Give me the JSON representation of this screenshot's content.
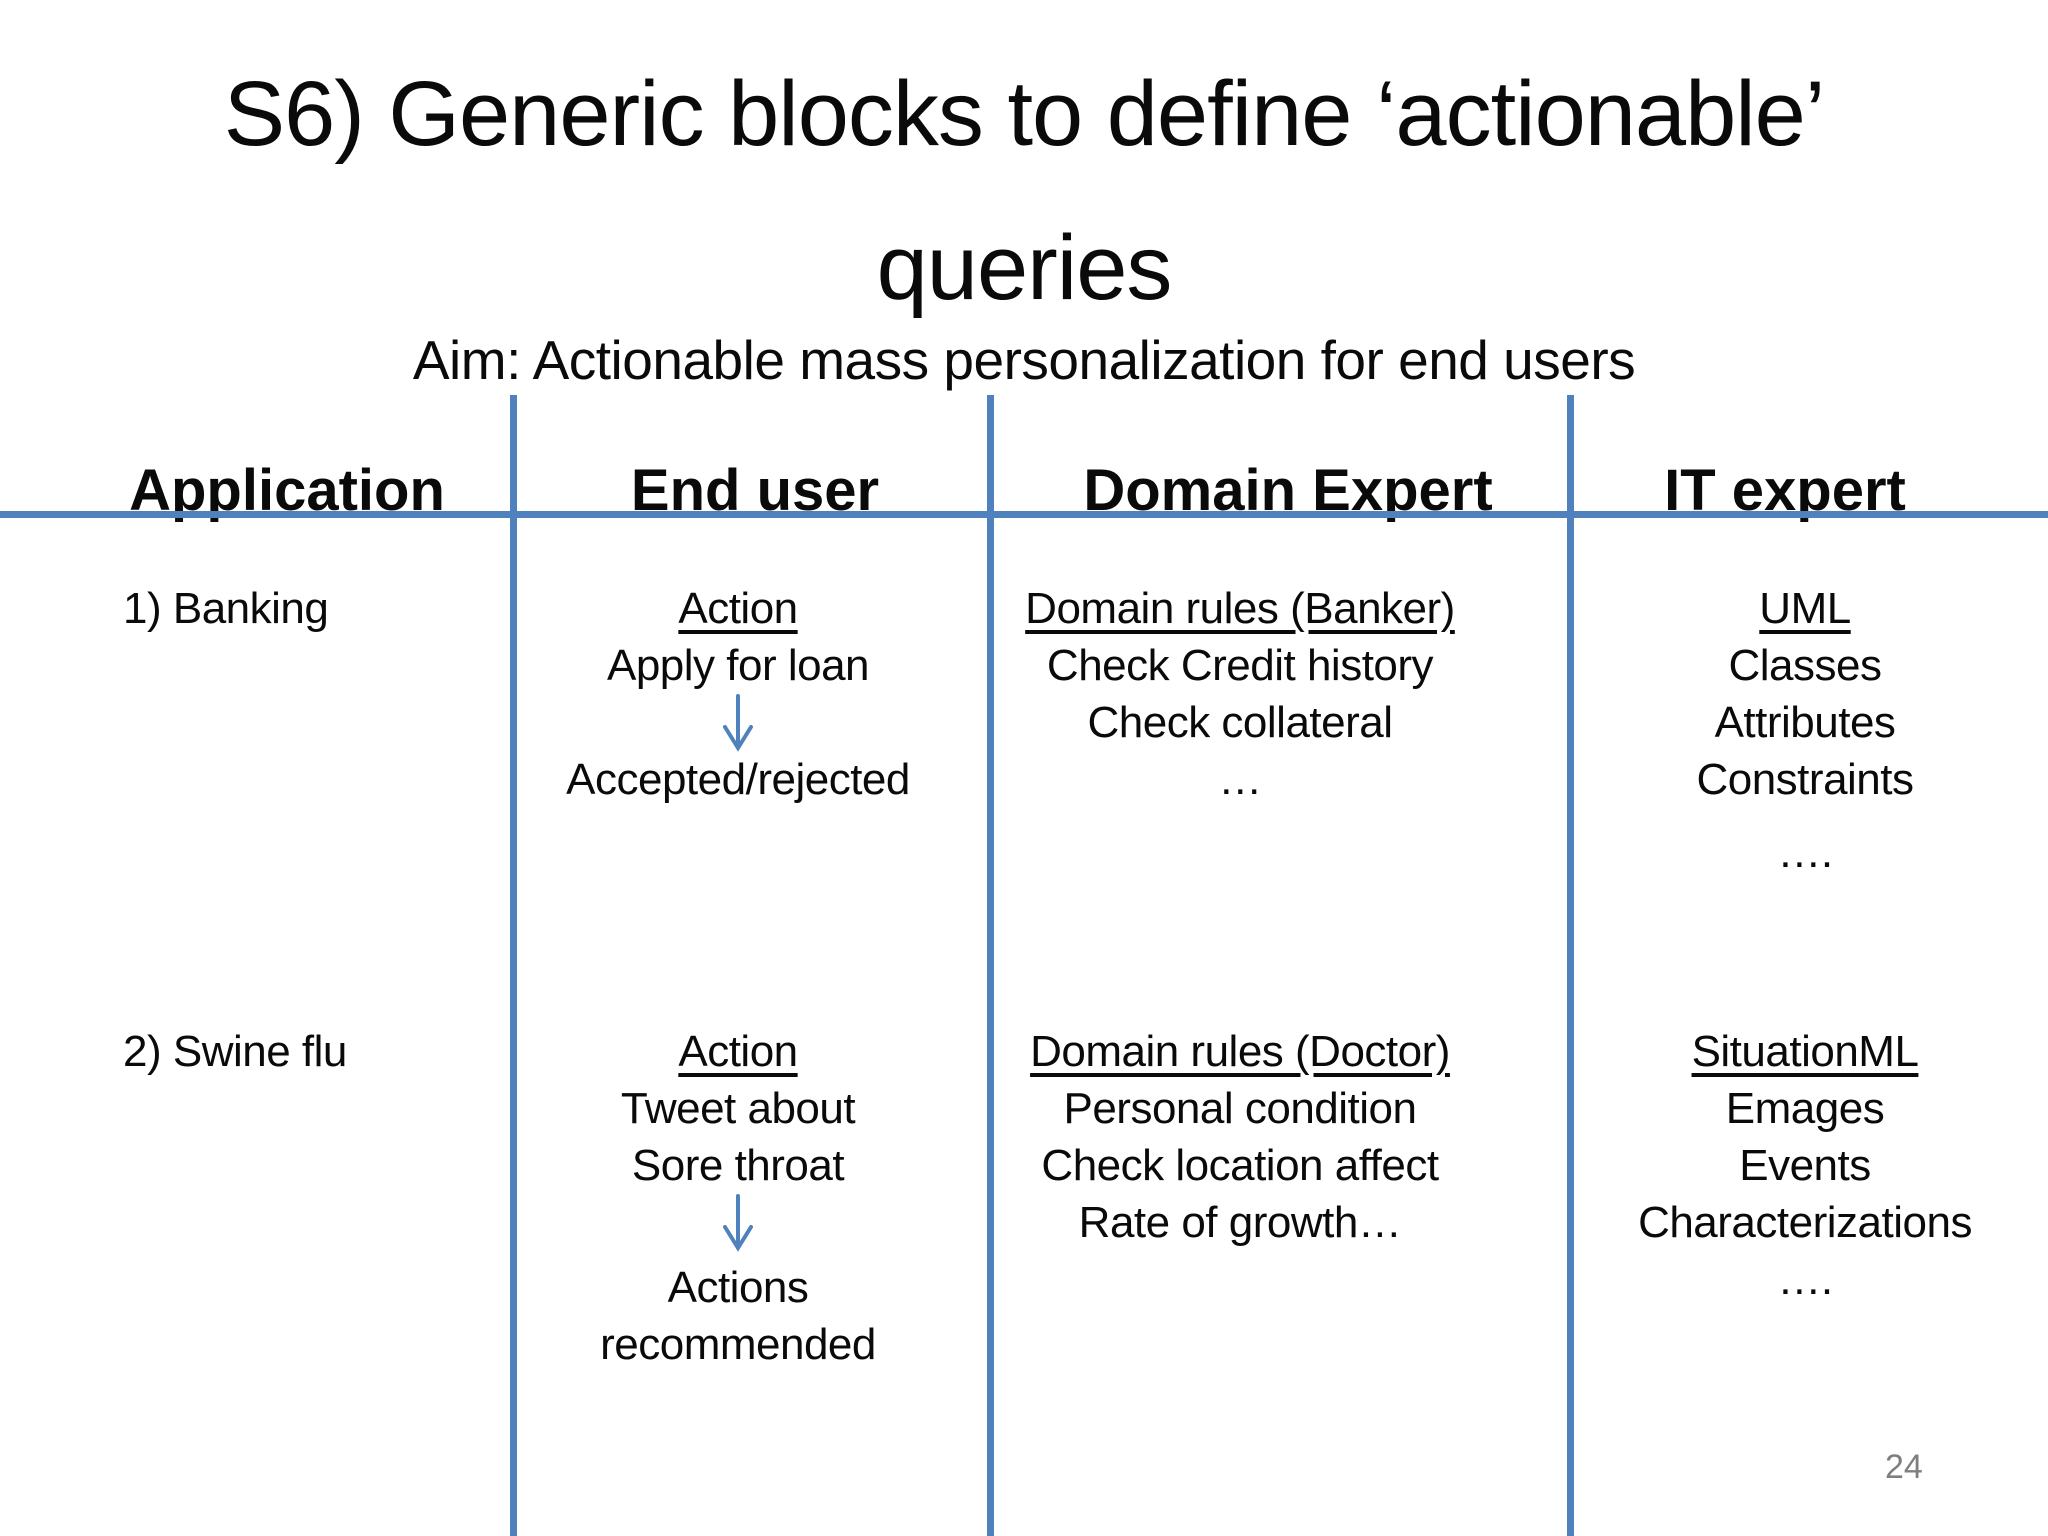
{
  "slide": {
    "title_line1": "S6) Generic blocks to define ‘actionable’",
    "title_line2": "queries",
    "subtitle": "Aim: Actionable mass personalization for end users",
    "page_number": "24",
    "accent_color": "#4f81bd",
    "text_color": "#0a0a0a",
    "page_number_color": "#7f7f7f"
  },
  "table": {
    "headers": {
      "application": "Application",
      "end_user": "End user",
      "domain_expert": "Domain Expert",
      "it_expert": "IT expert"
    },
    "rows": [
      {
        "application": "1) Banking",
        "end_user": {
          "heading": "Action",
          "before_arrow_1": "Apply for loan",
          "arrow_icon": "down-arrow",
          "after_arrow_1": "Accepted/rejected"
        },
        "domain_expert": {
          "heading": "Domain rules (Banker)",
          "line_1": "Check Credit history",
          "line_2": "Check collateral",
          "line_3": "…"
        },
        "it_expert": {
          "heading": "UML",
          "line_1": "Classes",
          "line_2": "Attributes",
          "line_3": "Constraints",
          "line_4": "…."
        }
      },
      {
        "application": "2) Swine flu",
        "end_user": {
          "heading": "Action",
          "before_arrow_1": "Tweet about",
          "before_arrow_2": "Sore throat",
          "arrow_icon": "down-arrow",
          "after_arrow_1": "Actions",
          "after_arrow_2": "recommended"
        },
        "domain_expert": {
          "heading": "Domain rules (Doctor)",
          "line_1": "Personal condition",
          "line_2": "Check location affect",
          "line_3": "Rate of growth…"
        },
        "it_expert": {
          "heading": "SituationML",
          "line_1": "Emages",
          "line_2": "Events",
          "line_3": "Characterizations",
          "line_4": "…."
        }
      }
    ]
  }
}
